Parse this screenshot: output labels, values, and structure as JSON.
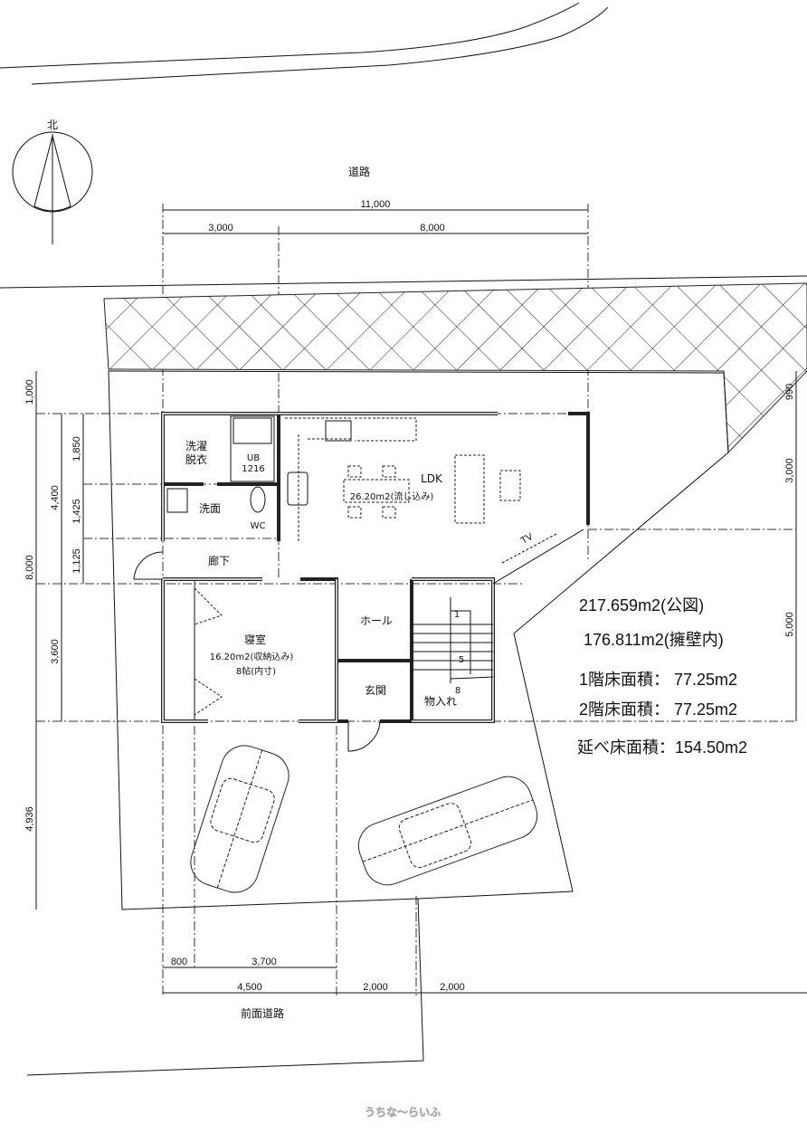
{
  "labels": {
    "north": "北",
    "road_top": "道路",
    "road_front": "前面道路",
    "tv": "TV",
    "watermark": "うちな～らいふ"
  },
  "rooms": {
    "laundry_1": "洗濯",
    "laundry_2": "脱衣",
    "ub": "UB",
    "ub_size": "1216",
    "washroom": "洗面",
    "wc": "WC",
    "ldk": "LDK",
    "ldk_area": "26.20m2(流し込み)",
    "corridor": "廊下",
    "bedroom": "寝室",
    "bedroom_area": "16.20m2(収納込み)",
    "bedroom_tatami": "8帖(内寸)",
    "hall": "ホール",
    "entrance": "玄関",
    "storage": "物入れ"
  },
  "stair_numbers": [
    "1",
    "5",
    "8"
  ],
  "dimensions": {
    "top_total": "11,000",
    "top_left": "3,000",
    "top_right": "8,000",
    "left_setback": "1,000",
    "left_total": "8,000",
    "left_upper": "4,400",
    "left_lower": "3,600",
    "left_a": "1,850",
    "left_b": "1,425",
    "left_c": "1,125",
    "left_parking": "4,936",
    "right_top": "990",
    "right_mid": "3,000",
    "right_low": "5,000",
    "bottom_a": "800",
    "bottom_b": "3,700",
    "bottom_c": "4,500",
    "bottom_d": "2,000",
    "bottom_e": "2,000"
  },
  "areas": {
    "site_public": "217.659m2(公図)",
    "site_retaining": "176.811m2(擁壁内)",
    "floor1": "1階床面積：  77.25m2",
    "floor2": "2階床面積：  77.25m2",
    "total": "延べ床面積：154.50m2"
  }
}
